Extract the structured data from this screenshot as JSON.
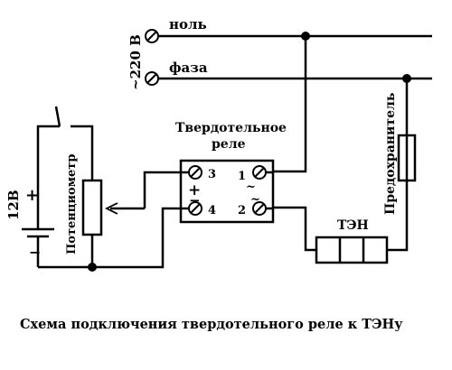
{
  "supply": {
    "zero_label": "ноль",
    "phase_label": "фаза",
    "voltage_label": "~220 В"
  },
  "relay": {
    "title_line1": "Твердотельное",
    "title_line2": "реле",
    "pin3": "3",
    "pin4": "4",
    "pin1": "1",
    "pin2": "2",
    "plus": "+",
    "minus": "−",
    "tilde": "~"
  },
  "battery": {
    "voltage_label": "12В",
    "plus": "+",
    "minus": "−"
  },
  "potentiometer_label": "Потенциометр",
  "fuse_label": "Предохранитель",
  "heater_label": "ТЭН",
  "caption": "Схема подключения твердотельного реле к ТЭНу"
}
